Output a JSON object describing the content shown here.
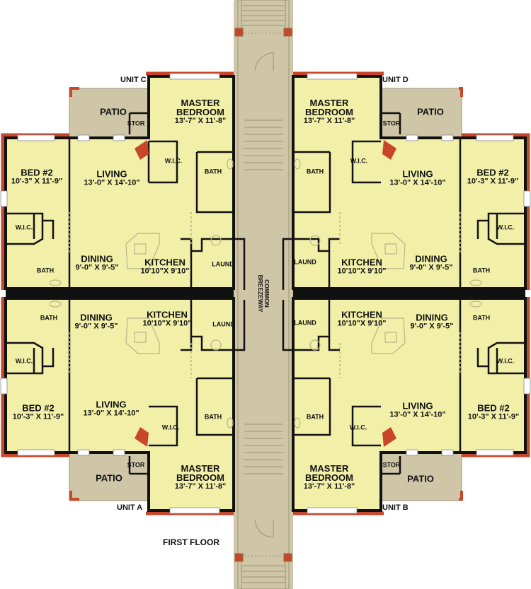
{
  "colors": {
    "floor": "#F2F0A8",
    "patio": "#CFC6A8",
    "wall": "#111111",
    "accent": "#C8462A",
    "fixture": "#B8B48A",
    "window": "#FFFFFF"
  },
  "title": "FIRST FLOOR",
  "breezeway": {
    "line1": "COMMON",
    "line2": "BREEZEWAY"
  },
  "units": [
    {
      "id": "C",
      "label": "UNIT C",
      "rooms": {
        "master": {
          "name1": "MASTER",
          "name2": "BEDROOM",
          "dims": "13'-7\" X 11'-8\""
        },
        "living": {
          "name": "LIVING",
          "dims": "13'-0\" X 14'-10\""
        },
        "bed2": {
          "name": "BED #2",
          "dims": "10'-3\" X 11'-9\""
        },
        "dining": {
          "name": "DINING",
          "dims": "9'-0\" X 9'-5\""
        },
        "kitchen": {
          "name": "KITCHEN",
          "dims": "10'10\"X 9'10\""
        },
        "laund": "LAUND",
        "bath_master": "BATH",
        "bath_bed2": "BATH",
        "wic_master": "W.I.C.",
        "wic_bed2": "W.I.C.",
        "patio": "PATIO",
        "stor": "STOR"
      }
    },
    {
      "id": "D",
      "label": "UNIT D",
      "rooms": {
        "master": {
          "name1": "MASTER",
          "name2": "BEDROOM",
          "dims": "13'-7\" X 11'-8\""
        },
        "living": {
          "name": "LIVING",
          "dims": "13'-0\" X 14'-10\""
        },
        "bed2": {
          "name": "BED #2",
          "dims": "10'-3\" X 11'-9\""
        },
        "dining": {
          "name": "DINING",
          "dims": "9'-0\" X 9'-5\""
        },
        "kitchen": {
          "name": "KITCHEN",
          "dims": "10'10\"X 9'10\""
        },
        "laund": "LAUND",
        "bath_master": "BATH",
        "bath_bed2": "BATH",
        "wic_master": "W.I.C.",
        "wic_bed2": "W.I.C.",
        "patio": "PATIO",
        "stor": "STOR"
      }
    },
    {
      "id": "A",
      "label": "UNIT A",
      "rooms": {
        "master": {
          "name1": "MASTER",
          "name2": "BEDROOM",
          "dims": "13'-7\" X 11'-8\""
        },
        "living": {
          "name": "LIVING",
          "dims": "13'-0\" X 14'-10\""
        },
        "bed2": {
          "name": "BED #2",
          "dims": "10'-3\" X 11'-9\""
        },
        "dining": {
          "name": "DINING",
          "dims": "9'-0\" X 9'-5\""
        },
        "kitchen": {
          "name": "KITCHEN",
          "dims": "10'10\"X 9'10\""
        },
        "laund": "LAUND",
        "bath_master": "BATH",
        "bath_bed2": "BATH",
        "wic_master": "W.I.C.",
        "wic_bed2": "W.I.C.",
        "patio": "PATIO",
        "stor": "STOR"
      }
    },
    {
      "id": "B",
      "label": "UNIT B",
      "rooms": {
        "master": {
          "name1": "MASTER",
          "name2": "BEDROOM",
          "dims": "13'-7\" X 11'-8\""
        },
        "living": {
          "name": "LIVING",
          "dims": "13'-0\" X 14'-10\""
        },
        "bed2": {
          "name": "BED #2",
          "dims": "10'-3\" X 11'-9\""
        },
        "dining": {
          "name": "DINING",
          "dims": "9'-0\" X 9'-5\""
        },
        "kitchen": {
          "name": "KITCHEN",
          "dims": "10'10\"X 9'10\""
        },
        "laund": "LAUND",
        "bath_master": "BATH",
        "bath_bed2": "BATH",
        "wic_master": "W.I.C.",
        "wic_bed2": "W.I.C.",
        "patio": "PATIO",
        "stor": "STOR"
      }
    }
  ]
}
